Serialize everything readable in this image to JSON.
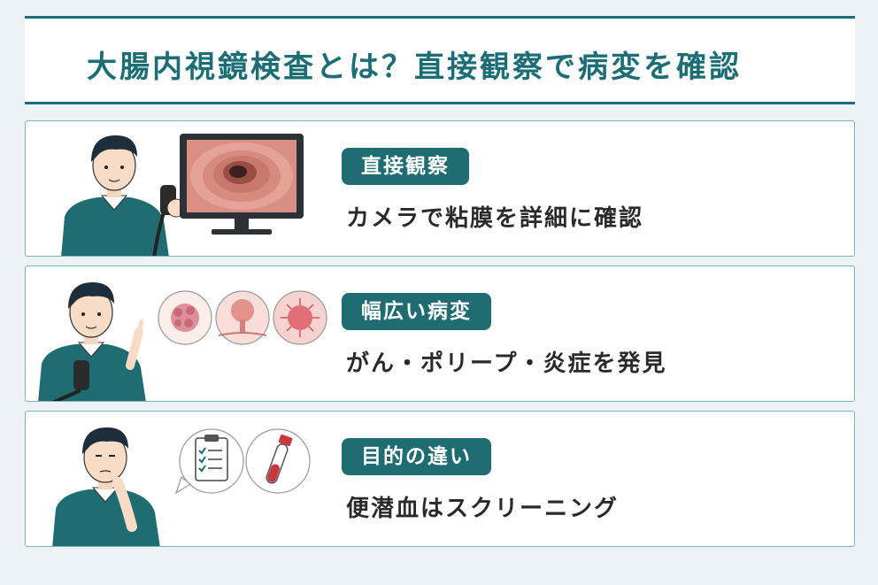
{
  "header": {
    "title": "大腸内視鏡検査とは？直接観察で病変を確認"
  },
  "cards": [
    {
      "label": "直接観察",
      "description": "カメラで粘膜を詳細に確認",
      "icons": [
        "monitor-icon",
        "colon-view-icon",
        "endoscope-icon"
      ]
    },
    {
      "label": "幅広い病変",
      "description": "がん・ポリープ・炎症を発見",
      "icons": [
        "cancer-icon",
        "polyp-icon",
        "inflammation-icon"
      ]
    },
    {
      "label": "目的の違い",
      "description": "便潜血はスクリーニング",
      "icons": [
        "clipboard-checklist-icon",
        "test-tube-icon"
      ]
    }
  ],
  "colors": {
    "accent": "#1b6d76",
    "pill": "#1f6c73",
    "card_border": "#7fb3b8",
    "background": "#edf2f6"
  }
}
